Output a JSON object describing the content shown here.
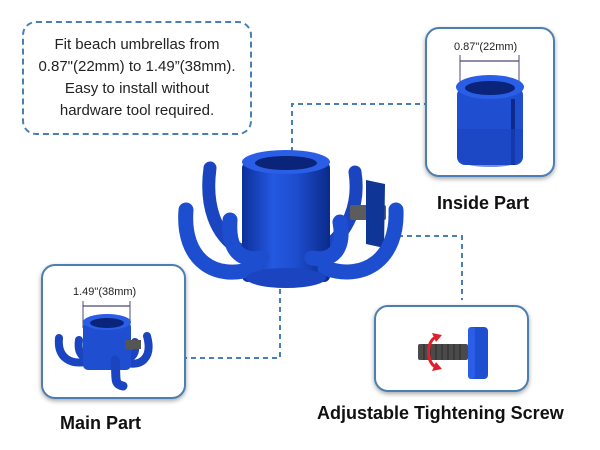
{
  "callout": {
    "line1": "Fit beach umbrellas from",
    "line2": "0.87\"(22mm) to 1.49”(38mm).",
    "line3": "Easy to install without",
    "line4": "hardware tool required."
  },
  "inside_part": {
    "label": "Inside Part",
    "dimension": "0.87\"(22mm)"
  },
  "main_part": {
    "label": "Main Part",
    "dimension": "1.49\"(38mm)"
  },
  "screw": {
    "label": "Adjustable Tightening Screw"
  },
  "colors": {
    "product_blue": "#1f4fd0",
    "frame_blue": "#4a7fb5",
    "arrow_red": "#e0202a"
  },
  "icons": [
    "umbrella-hook-holder-image",
    "inside-sleeve-image",
    "main-part-image",
    "tightening-screw-image",
    "rotation-arrow-icon"
  ]
}
